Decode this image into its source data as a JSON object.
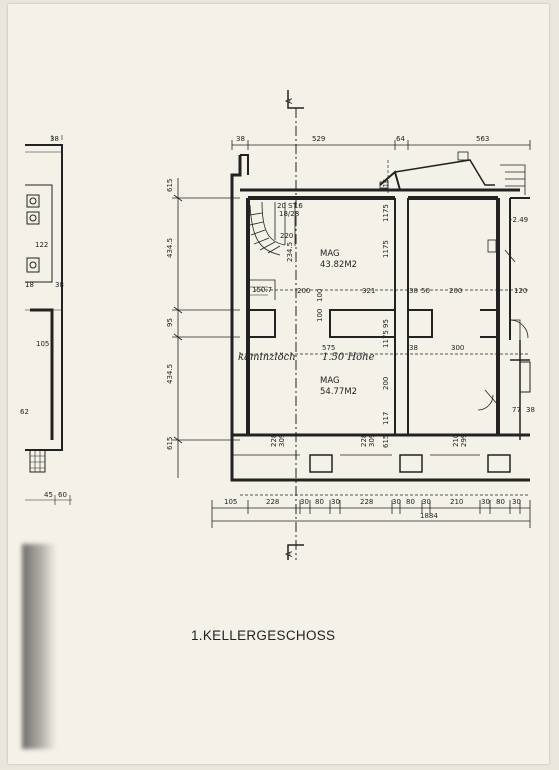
{
  "title": "1.KELLERGESCHOSS",
  "section_marker": "A",
  "rooms": [
    {
      "name": "MAG",
      "area": "43.82M2"
    },
    {
      "name": "MAG",
      "area": "54.77M2"
    }
  ],
  "handwritten": {
    "left": "kaminzlöch",
    "right": "1.50 Höhe"
  },
  "stairs": {
    "steps": "20 ST.6",
    "ratio": "18/28"
  },
  "level": "-2.49",
  "dims": {
    "top": [
      "38",
      "529",
      "64",
      "563"
    ],
    "bottom_row1": [
      "105",
      "228",
      "30",
      "80",
      "30",
      "228",
      "30",
      "80",
      "30",
      "210",
      "30",
      "80",
      "30"
    ],
    "total": "1884",
    "left_vertical": [
      "615",
      "434.5",
      "95",
      "434.5",
      "615"
    ],
    "upper_room": [
      "220",
      "234.5",
      "200",
      "321",
      "38",
      "50",
      "200",
      "120",
      "1175",
      "615",
      "100",
      "1175"
    ],
    "middle": [
      "575",
      "38",
      "300",
      "95",
      "1175",
      "150.7",
      "100"
    ],
    "lower_room": [
      "228",
      "309",
      "228",
      "309",
      "210",
      "299",
      "200",
      "117",
      "615",
      "77",
      "38"
    ],
    "left_fragment": [
      "38",
      "122",
      "18",
      "38",
      "105",
      "60",
      "45",
      "62"
    ]
  }
}
